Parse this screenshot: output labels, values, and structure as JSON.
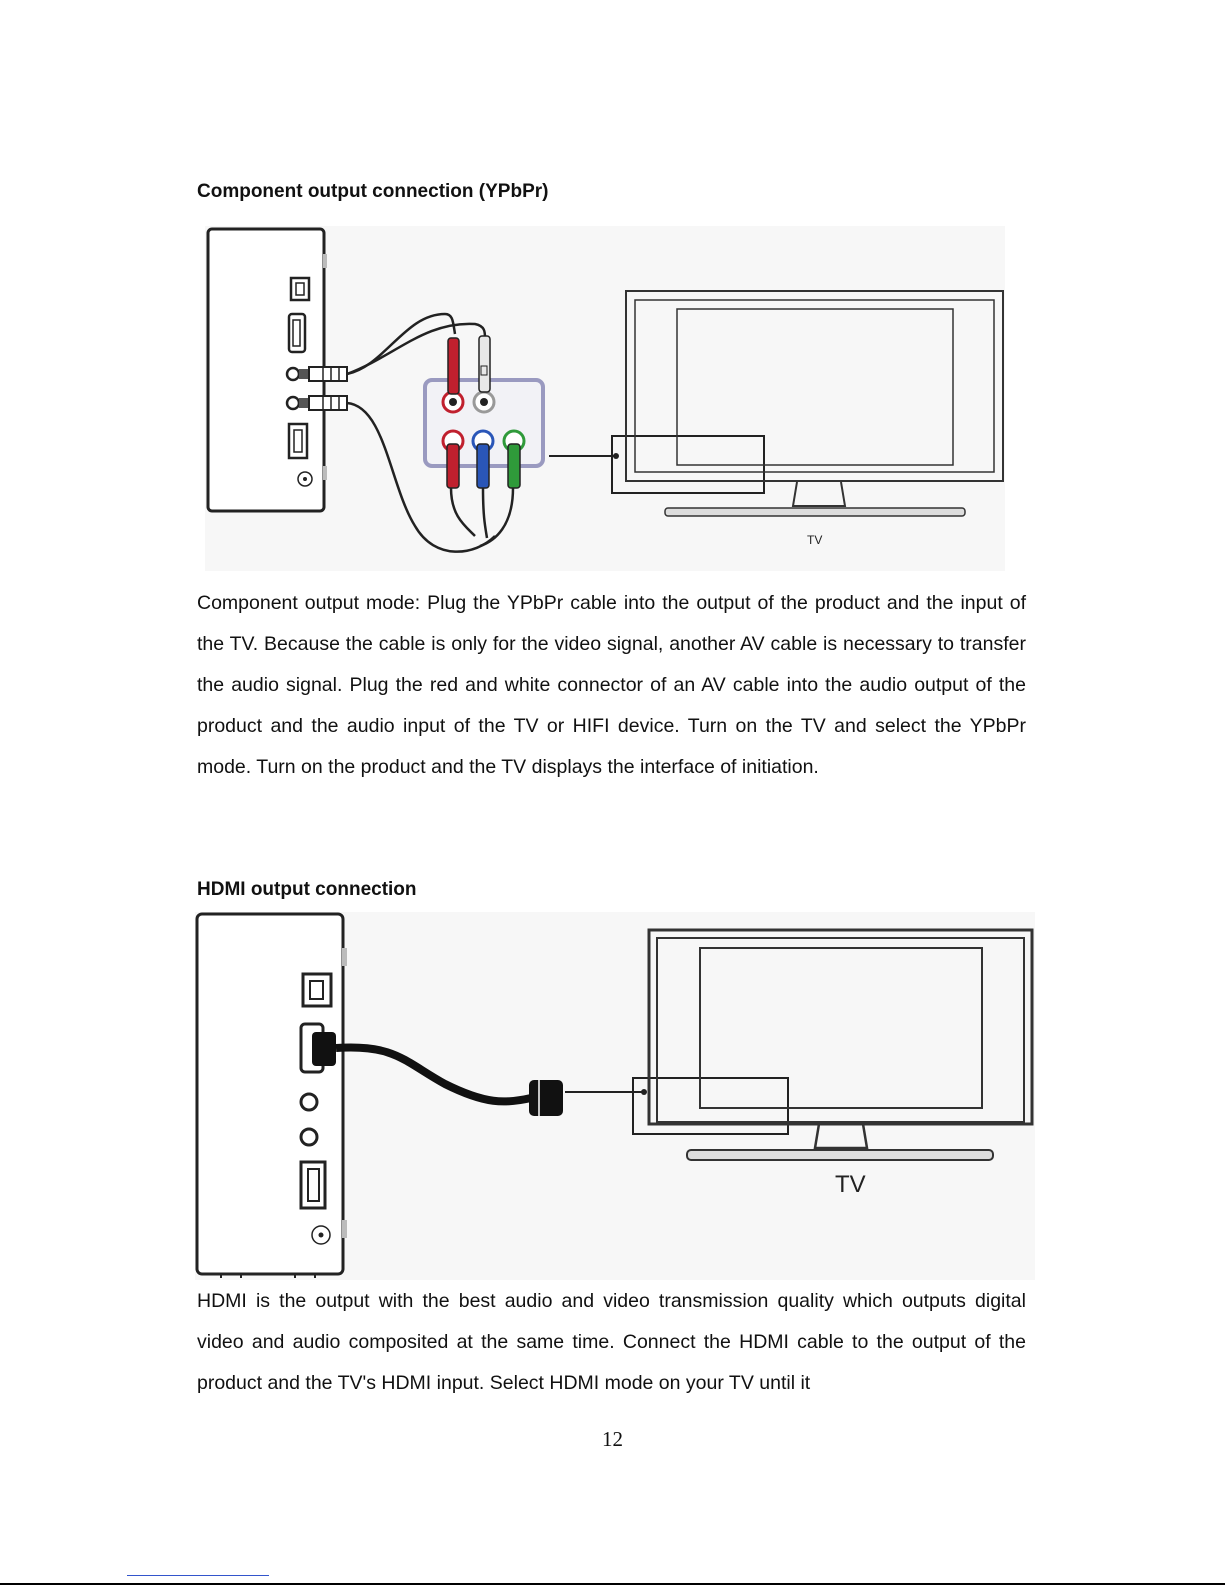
{
  "sections": {
    "component": {
      "heading": "Component output connection (YPbPr)",
      "tv_label": "TV",
      "body": "Component output mode: Plug the YPbPr cable into the output of the product and the input of the TV. Because the cable is only for the video signal, another AV cable is necessary to transfer the audio signal. Plug the red and white connector of an AV cable into the audio output of the product and the audio input of the TV or HIFI device. Turn on the TV and select the YPbPr mode. Turn on the product and the TV displays the interface of initiation."
    },
    "hdmi": {
      "heading": "HDMI output connection",
      "tv_label": "TV",
      "body": "HDMI is the output with the best audio and video transmission quality which outputs digital video and audio composited at the same time. Connect the HDMI cable to the output of the product and the TV's HDMI input. Select HDMI mode on your TV until it"
    }
  },
  "colors": {
    "red_plug": "#c0202e",
    "white_plug": "#e8e8e8",
    "green_plug": "#2f9a3a",
    "blue_plug": "#2a56b8",
    "panel_outline": "#9a9ac0"
  },
  "page_number": "12"
}
